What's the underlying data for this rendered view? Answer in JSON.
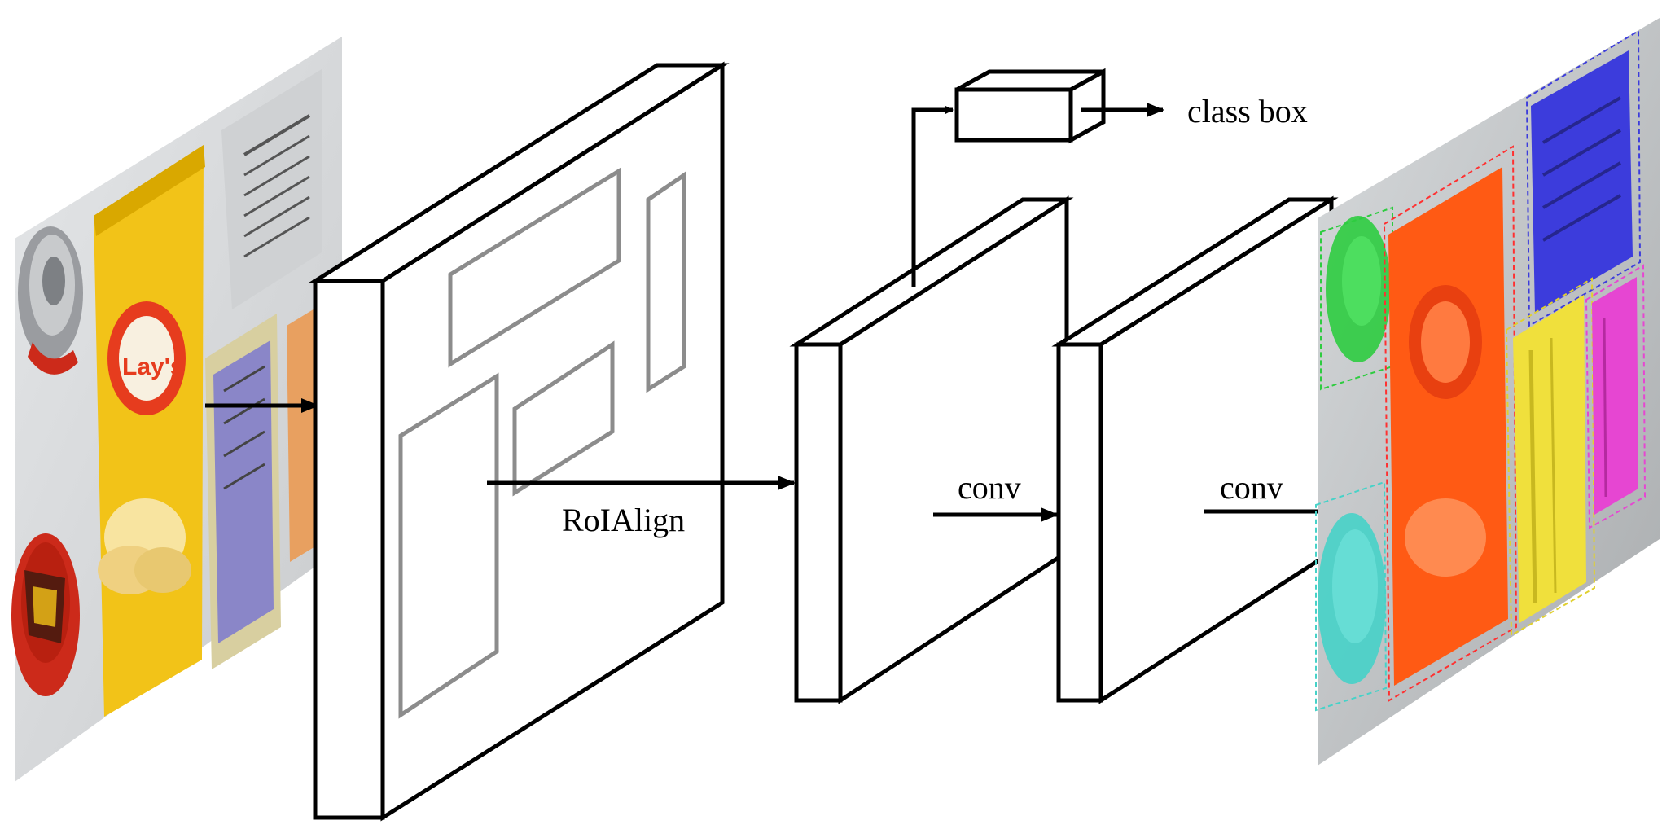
{
  "labels": {
    "roialign": "RoIAlign",
    "conv_1": "conv",
    "conv_2": "conv",
    "class_box": "class box"
  },
  "input_image": {
    "package_text": "Lay's"
  },
  "output_image": {
    "mask_colors": {
      "green": "#2ecc40",
      "orange": "#ff5a14",
      "blue": "#3c3cdc",
      "yellow": "#f0e03c",
      "magenta": "#e646d2",
      "cyan": "#46d2c8"
    }
  },
  "colors": {
    "stroke": "#000000",
    "roi_box": "#8c8c8c",
    "chip_yellow": "#f2c318",
    "can_red": "#cc2a1a",
    "background_gray": "#d6d8da"
  }
}
